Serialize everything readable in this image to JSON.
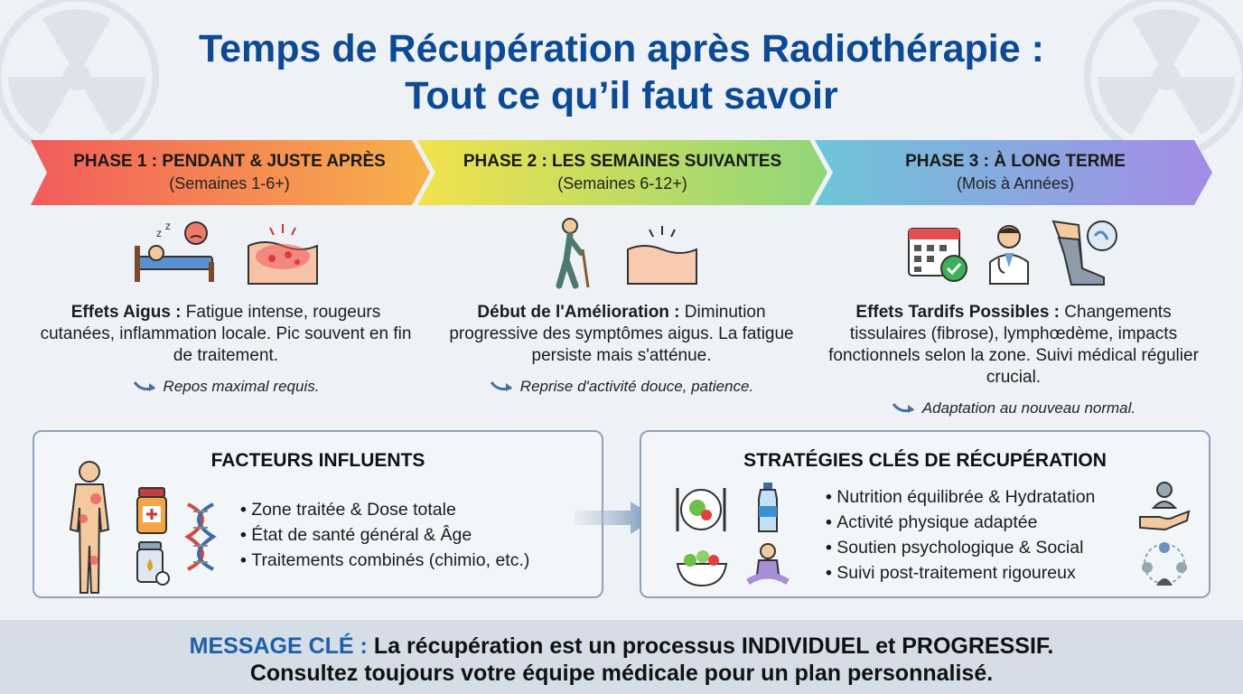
{
  "title": {
    "line1": "Temps de Récupération après Radiothérapie :",
    "line2": "Tout ce qu’il faut savoir"
  },
  "phases": [
    {
      "name": "PHASE 1 : PENDANT & JUSTE APRÈS",
      "period": "(Semaines 1-6+)"
    },
    {
      "name": "PHASE 2 : LES SEMAINES SUIVANTES",
      "period": "(Semaines 6-12+)"
    },
    {
      "name": "PHASE 3 : À LONG TERME",
      "period": "(Mois à Années)"
    }
  ],
  "columns": [
    {
      "heading": "Effets Aigus :",
      "text": " Fatigue intense, rougeurs cutanées, inflammation locale. Pic souvent en fin de traitement.",
      "note": "Repos maximal requis.",
      "icons": [
        "sleeping-patient-icon",
        "skin-redness-icon"
      ]
    },
    {
      "heading": "Début de l'Amélioration :",
      "text": " Diminution progressive des symptômes aigus. La fatigue persiste mais s'atténue.",
      "note": "Reprise d'activité douce, patience.",
      "icons": [
        "walking-person-icon",
        "healing-skin-icon"
      ]
    },
    {
      "heading": "Effets Tardifs Possibles :",
      "text": " Changements tissulaires (fibrose), lymphœdème, impacts fonctionnels selon la zone. Suivi médical régulier crucial.",
      "note": "Adaptation au nouveau normal.",
      "icons": [
        "calendar-check-icon",
        "doctor-icon",
        "leg-compression-icon"
      ]
    }
  ],
  "factors": {
    "title": "FACTEURS INFLUENTS",
    "items": [
      "Zone traitée & Dose totale",
      "État de santé général & Âge",
      "Traitements combinés (chimio, etc.)"
    ]
  },
  "strategies": {
    "title": "STRATÉGIES CLÉS DE RÉCUPÉRATION",
    "items": [
      "Nutrition équilibrée & Hydratation",
      "Activité physique adaptée",
      "Soutien psychologique & Social",
      "Suivi post-traitement rigoureux"
    ]
  },
  "footer": {
    "key_label": "MESSAGE CLÉ :",
    "line1": " La récupération est un processus INDIVIDUEL et PROGRESSIF.",
    "line2": "Consultez toujours votre équipe médicale pour un plan personnalisé."
  },
  "colors": {
    "title": "#0d4a94",
    "key_label": "#1d5fa8",
    "phase_gradient": [
      "#f25c5c",
      "#f7b24a",
      "#f2e24c",
      "#8fd67a",
      "#6cc6d8",
      "#a58be6"
    ]
  }
}
